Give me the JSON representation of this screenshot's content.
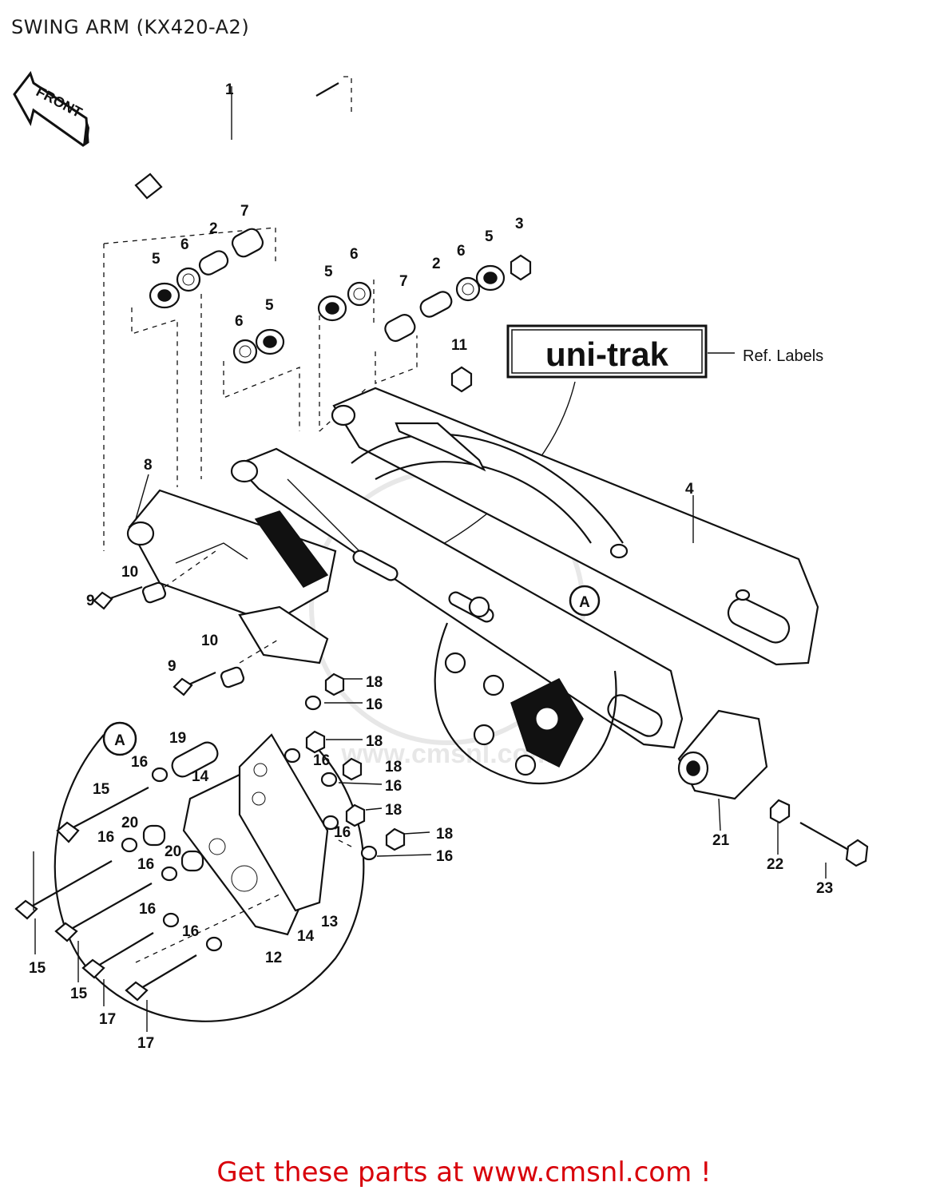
{
  "title": "SWING ARM (KX420-A2)",
  "footer": "Get these parts at www.cmsnl.com !",
  "arrow_label": "FRONT",
  "badge_text": "uni-trak",
  "ref_label": "Ref. Labels",
  "detail_marker": "A",
  "callouts": [
    "1",
    "2",
    "3",
    "4",
    "5",
    "6",
    "7",
    "8",
    "9",
    "10",
    "11",
    "12",
    "13",
    "14",
    "15",
    "16",
    "17",
    "18",
    "19",
    "20",
    "21",
    "22",
    "23"
  ],
  "watermark": "www.cmsnl.com",
  "colors": {
    "footer": "#d8000a",
    "line": "#111111",
    "background": "#ffffff"
  }
}
